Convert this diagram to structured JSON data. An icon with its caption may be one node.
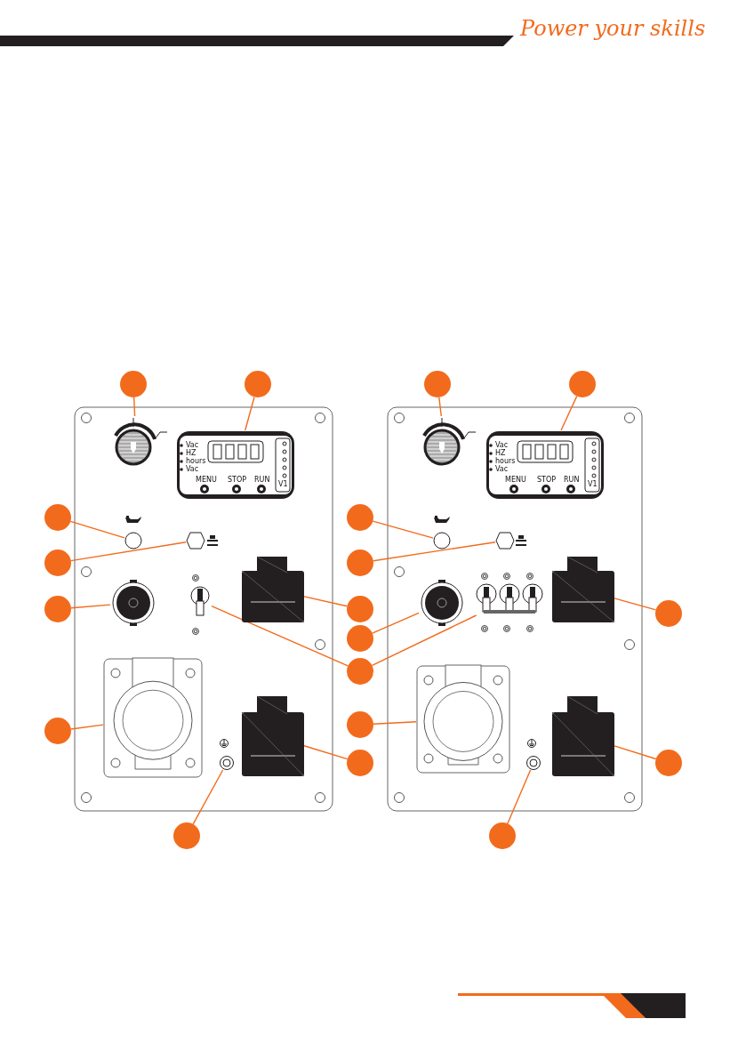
{
  "diagram": {
    "nodes": [
      {
        "text": [],
        "shape": "circle"
      },
      {
        "text": [],
        "shape": "circle"
      },
      {
        "text": [],
        "shape": "circle"
      },
      {
        "text": [],
        "shape": "circle"
      },
      {
        "text": [],
        "shape": "circle"
      },
      {
        "text": [],
        "shape": "circle"
      },
      {
        "text": [],
        "shape": "circle"
      },
      {
        "text": [],
        "shape": "circle"
      },
      {
        "text": [],
        "shape": "circle"
      },
      {
        "text": [],
        "shape": "circle"
      },
      {
        "text": [],
        "shape": "circle"
      },
      {
        "text": [],
        "shape": "circle"
      },
      {
        "text": [],
        "shape": "circle"
      },
      {
        "text": [],
        "shape": "circle"
      },
      {
        "text": [],
        "shape": "circle"
      },
      {
        "text": [],
        "shape": "circle"
      },
      {
        "text": [],
        "shape": "circle"
      },
      {
        "text": [],
        "shape": "circle"
      },
      {
        "text": [],
        "shape": "circle"
      },
      {
        "text": [],
        "shape": "picture"
      },
      {
        "text": [
          "Vac",
          "HZ",
          "hours",
          "Vac",
          "MENU",
          "STOP",
          "RUN",
          "V1"
        ]
      },
      {
        "text": [],
        "shape": "picture"
      },
      {
        "text": [
          "Vac",
          "HZ",
          "hours",
          "Vac",
          "MENU",
          "STOP",
          "RUN",
          "V1"
        ]
      },
      {
        "text": [],
        "shape": "circle"
      },
      {
        "text": [],
        "shape": "hexagon"
      },
      {
        "text": [],
        "shape": "circle"
      },
      {
        "text": [],
        "shape": "hexagon"
      },
      {
        "text": [],
        "shape": "picture"
      },
      {
        "text": [],
        "shape": "picture"
      },
      {
        "text": [],
        "shape": "picture"
      },
      {
        "text": [],
        "shape": "picture"
      },
      {
        "text": [],
        "shape": "picture"
      },
      {
        "text": [],
        "shape": "picture"
      },
      {
        "text": [],
        "shape": "picture"
      },
      {
        "text": [],
        "shape": "picture"
      },
      {
        "text": [],
        "shape": "picture"
      },
      {
        "text": [],
        "shape": "picture"
      },
      {
        "text": [],
        "shape": "picture"
      },
      {
        "text": [],
        "shape": "picture"
      }
    ],
    "edges": [
      {
        "from": 0,
        "to": 19,
        "arrow": "none"
      },
      {
        "from": 1,
        "to": 20,
        "arrow": "none"
      },
      {
        "from": 2,
        "to": 21,
        "arrow": "none"
      },
      {
        "from": 3,
        "to": 22,
        "arrow": "none"
      },
      {
        "from": 4,
        "to": 23,
        "arrow": "none"
      },
      {
        "from": 5,
        "to": 25,
        "arrow": "none"
      },
      {
        "from": 6,
        "to": 24,
        "arrow": "none"
      },
      {
        "from": 7,
        "to": 26,
        "arrow": "none"
      },
      {
        "from": 8,
        "to": 27,
        "arrow": "none"
      },
      {
        "from": 9,
        "to": 29,
        "arrow": "none"
      },
      {
        "from": 10,
        "to": 32,
        "arrow": "none"
      },
      {
        "from": 11,
        "to": 30,
        "arrow": "none"
      },
      {
        "from": 12,
        "to": 28,
        "arrow": "none"
      },
      {
        "from": 12,
        "to": 31,
        "arrow": "none"
      },
      {
        "from": 13,
        "to": 33,
        "arrow": "none"
      },
      {
        "from": 14,
        "to": 36,
        "arrow": "none"
      },
      {
        "from": 15,
        "to": 34,
        "arrow": "none"
      },
      {
        "from": 16,
        "to": 37,
        "arrow": "none"
      },
      {
        "from": 17,
        "to": 35,
        "arrow": "none"
      },
      {
        "from": 18,
        "to": 38,
        "arrow": "none"
      }
    ],
    "labels": [
      "Power your skills"
    ]
  }
}
